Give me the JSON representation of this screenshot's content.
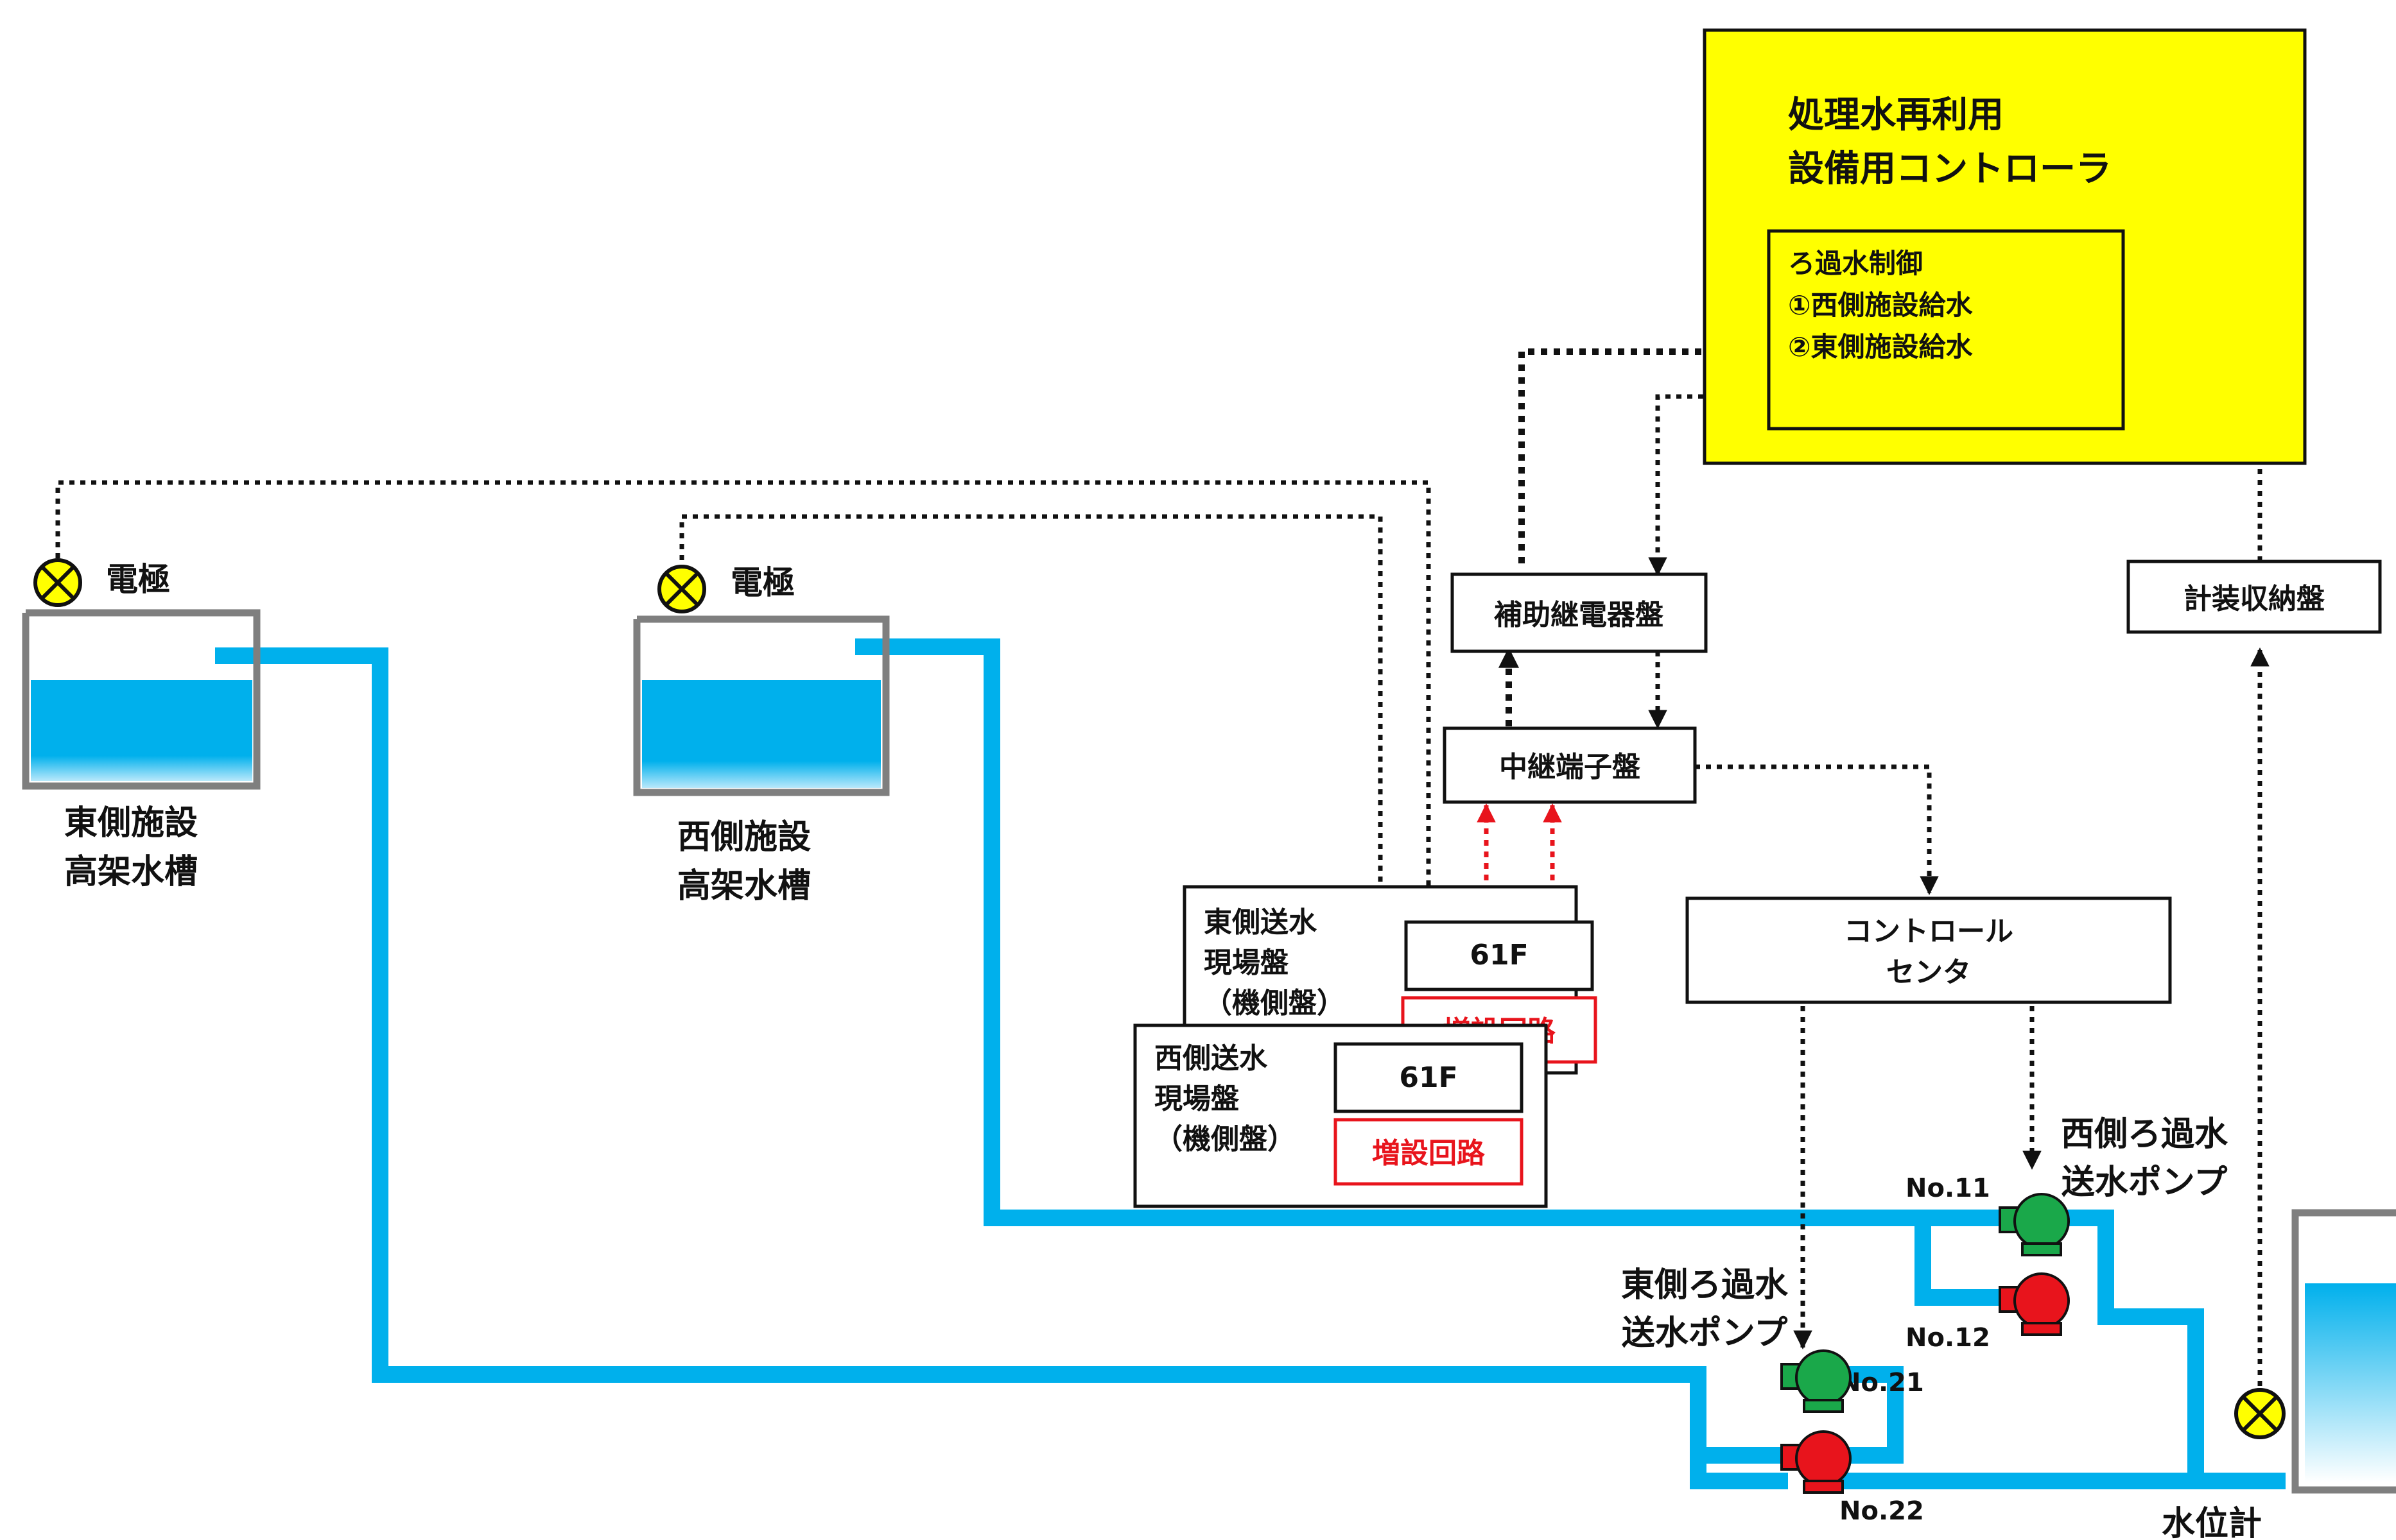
{
  "controller": {
    "title_line1": "処理水再利用",
    "title_line2": "設備用コントローラ",
    "inner_line1": "ろ過水制御",
    "inner_line2": "①西側施設給水",
    "inner_line3": "②東側施設給水"
  },
  "tanks": {
    "east": {
      "label_line1": "東側施設",
      "label_line2": "高架水槽",
      "electrode": "電極"
    },
    "west": {
      "label_line1": "西側施設",
      "label_line2": "高架水槽",
      "electrode": "電極"
    }
  },
  "panels": {
    "aux_relay": "補助継電器盤",
    "relay_terminal": "中継端子盤",
    "instrument": "計装収納盤",
    "control_center_line1": "コントロール",
    "control_center_line2": "センタ",
    "east_site_line1": "東側送水",
    "east_site_line2": "現場盤",
    "east_site_line3": "（機側盤）",
    "east_relay": "61F",
    "east_added": "増設回路",
    "west_site_line1": "西側送水",
    "west_site_line2": "現場盤",
    "west_site_line3": "（機側盤）",
    "west_relay": "61F",
    "west_added": "増設回路"
  },
  "pumps": {
    "west_title_line1": "西側ろ過水",
    "west_title_line2": "送水ポンプ",
    "east_title_line1": "東側ろ過水",
    "east_title_line2": "送水ポンプ",
    "no11": "No.11",
    "no12": "No.12",
    "no21": "No.21",
    "no22": "No.22"
  },
  "level_gauge": "水位計",
  "colors": {
    "pipe": "#00b0ec",
    "controller": "#ffff00",
    "pump_running": "#1aa84a",
    "pump_standby": "#e8141c",
    "added_circuit": "#e8141c"
  }
}
